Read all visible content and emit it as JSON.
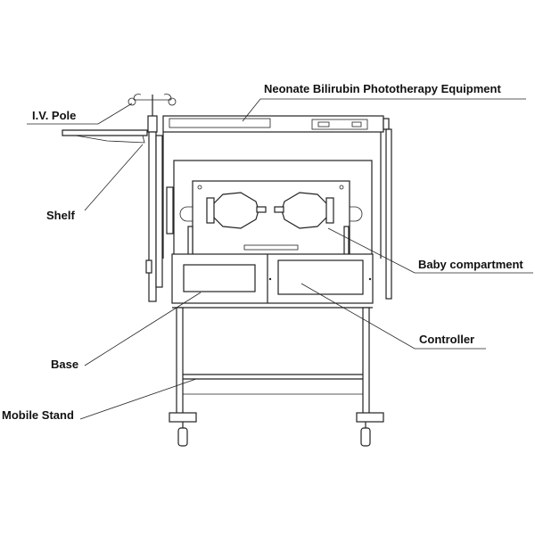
{
  "labels": {
    "equipment": "Neonate Bilirubin Phototherapy Equipment",
    "iv_pole": "I.V. Pole",
    "shelf": "Shelf",
    "baby_compartment": "Baby compartment",
    "controller": "Controller",
    "base": "Base",
    "mobile_stand": "Mobile Stand"
  }
}
